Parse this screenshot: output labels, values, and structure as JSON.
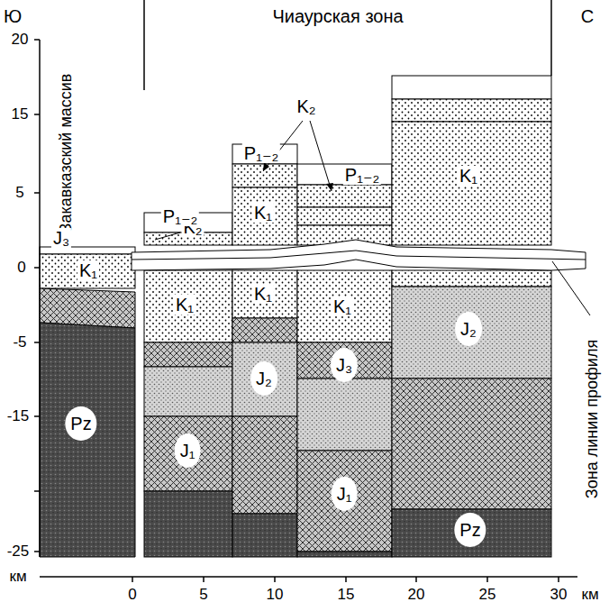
{
  "diagram": {
    "labels": [
      "Ю",
      "Чиаурская зона",
      "С",
      "Закавказский массив",
      "20",
      "15",
      "5",
      "0",
      "-5",
      "-15",
      "-25",
      "км",
      "0",
      "5",
      "10",
      "15",
      "20",
      "25",
      "30",
      "км",
      "J₃",
      "K₂",
      "P₁₋₂",
      "K₂",
      "P₁₋₂",
      "P₁₋₂",
      "K₁",
      "K₁",
      "K₁",
      "K₁",
      "K₁",
      "K₁",
      "J₂",
      "J₃",
      "J₂",
      "Pz",
      "J₁",
      "J₁",
      "Pz",
      "Зона линии профиля"
    ]
  }
}
